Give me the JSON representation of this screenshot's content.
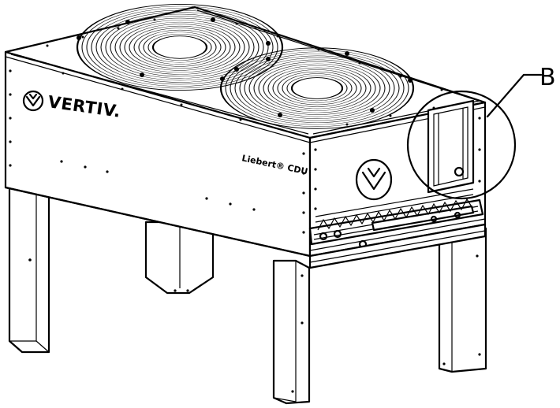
{
  "diagram": {
    "brand_name": "VERTIV.",
    "model_label": "Liebert® CDU",
    "callout_label": "B"
  },
  "icons": [
    "vertiv-logo",
    "fan",
    "detail-circle"
  ]
}
